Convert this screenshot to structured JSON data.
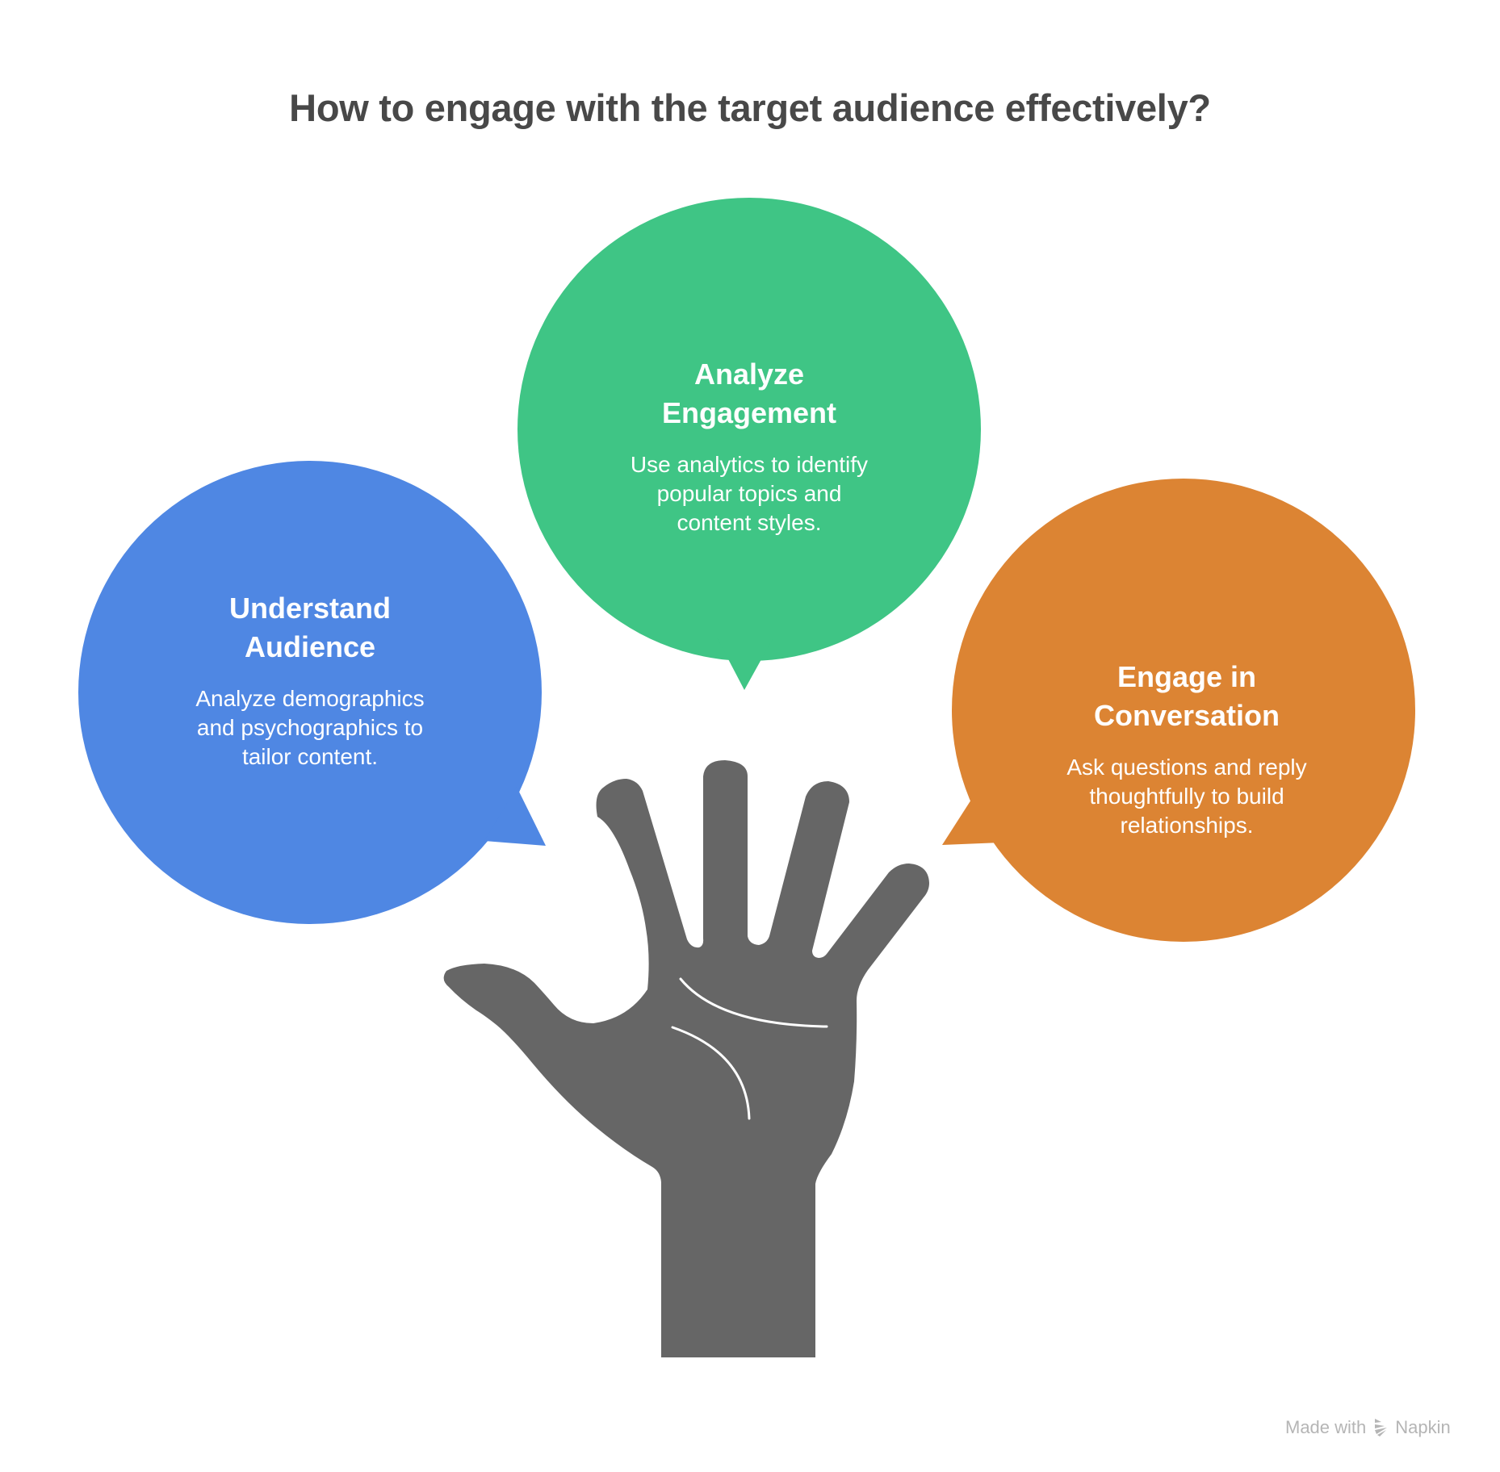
{
  "title": "How to engage with the target audience effectively?",
  "bubbles": [
    {
      "id": "understand-audience",
      "heading_line1": "Understand",
      "heading_line2": "Audience",
      "body_line1": "Analyze demographics",
      "body_line2": "and psychographics to",
      "body_line3": "tailor content.",
      "color": "#4F87E3"
    },
    {
      "id": "analyze-engagement",
      "heading_line1": "Analyze",
      "heading_line2": "Engagement",
      "body_line1": "Use analytics to identify",
      "body_line2": "popular topics and",
      "body_line3": "content styles.",
      "color": "#3FC585"
    },
    {
      "id": "engage-in-conversation",
      "heading_line1": "Engage in",
      "heading_line2": "Conversation",
      "body_line1": "Ask questions and reply",
      "body_line2": "thoughtfully to build",
      "body_line3": "relationships.",
      "color": "#DC8433"
    }
  ],
  "central_icon": {
    "name": "open-hand-icon",
    "color": "#666666"
  },
  "watermark": {
    "prefix": "Made with",
    "brand": "Napkin",
    "icon": "napkin-logo-icon"
  }
}
